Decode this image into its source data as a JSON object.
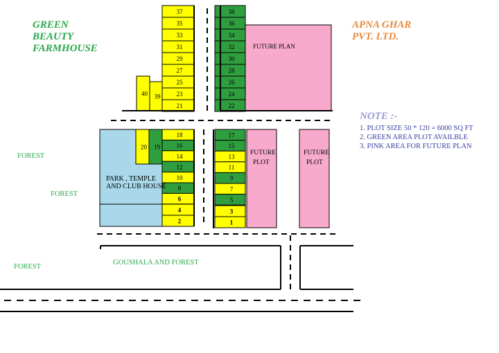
{
  "headings": {
    "left": [
      "GREEN",
      "BEAUTY",
      "FARMHOUSE"
    ],
    "right": [
      "APNA GHAR",
      "PVT. LTD."
    ]
  },
  "note": {
    "title": "NOTE :-",
    "lines": [
      "1. PLOT SIZE 50 * 120 = 6000 SQ FT",
      "2. GREEN AREA PLOT AVAILBLE",
      "3. PINK AREA FOR FUTURE PLAN"
    ]
  },
  "labels": {
    "forest": "FOREST",
    "goushala": "GOUSHALA AND FOREST",
    "park": [
      "PARK , TEMPLE",
      "AND CLUB HOUSE"
    ],
    "future_plan": "FUTURE PLAN",
    "future_plot": [
      "FUTURE",
      "PLOT"
    ]
  },
  "colors": {
    "available": "#2f9e3f",
    "sold": "#ffff00",
    "future": "#f7aacb",
    "park": "#a8d8ea"
  },
  "plots": {
    "top_left_column": [
      "37",
      "35",
      "33",
      "31",
      "29",
      "27",
      "25",
      "23",
      "21"
    ],
    "top_left_side": [
      "40",
      "39"
    ],
    "top_right_column": [
      "38",
      "36",
      "34",
      "32",
      "30",
      "28",
      "26",
      "24",
      "22"
    ],
    "bottom_left_column": [
      "18",
      "16",
      "14",
      "12",
      "10",
      "8",
      "6",
      "4",
      "2"
    ],
    "bottom_left_side": [
      "20",
      "19"
    ],
    "bottom_right_column": [
      "17",
      "15",
      "13",
      "11",
      "9",
      "7",
      "5",
      "3",
      "1"
    ]
  }
}
